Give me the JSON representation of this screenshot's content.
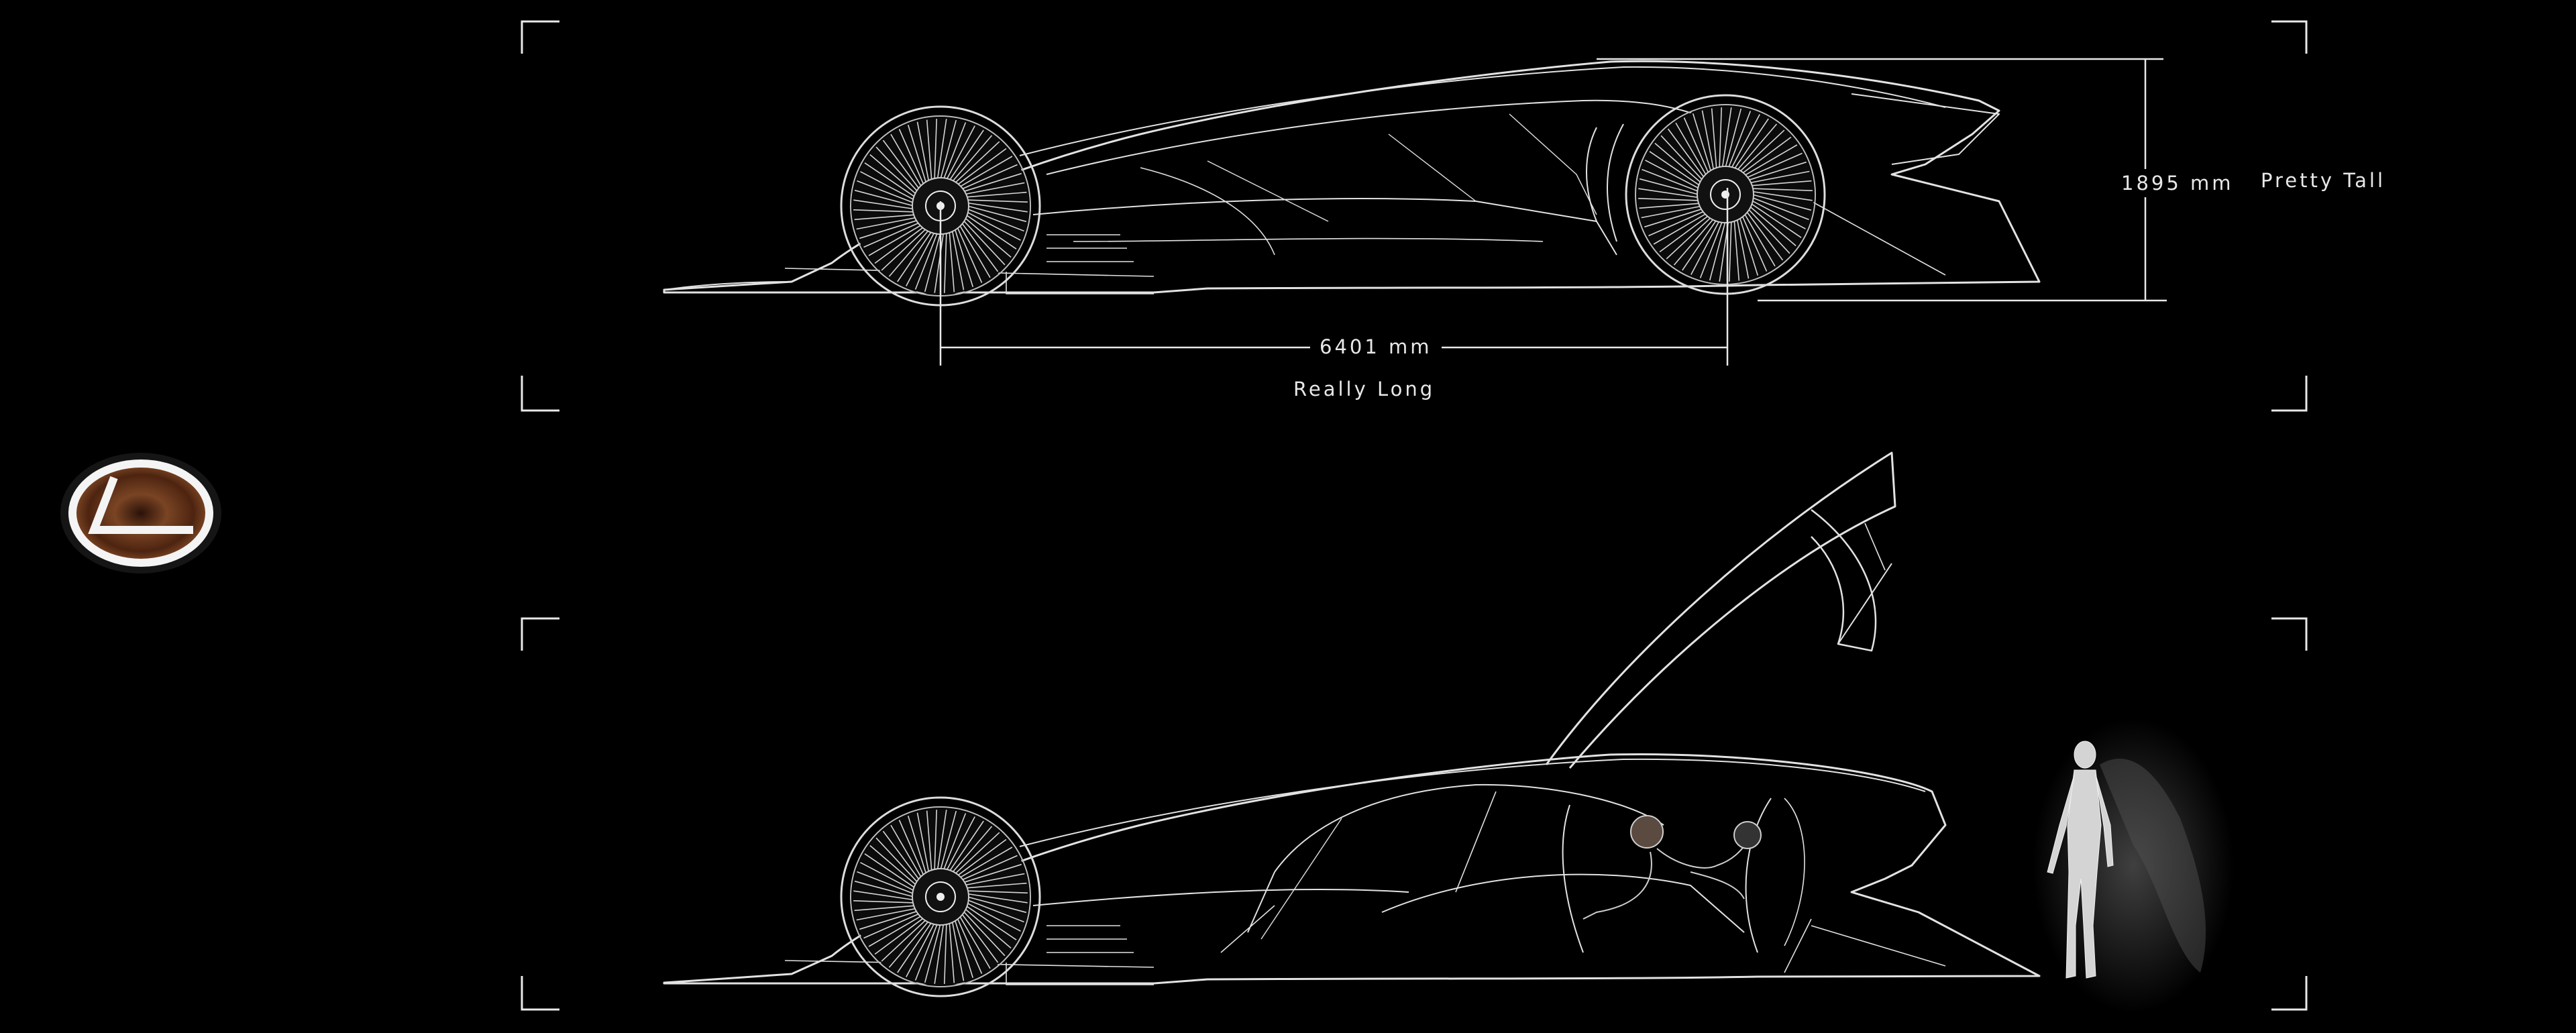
{
  "dimensions": {
    "length": {
      "value": "6401 mm",
      "caption": "Really Long"
    },
    "height": {
      "value": "1895 mm",
      "caption": "Pretty Tall"
    }
  },
  "views": [
    {
      "id": "closed",
      "door": "closed",
      "occupant": false
    },
    {
      "id": "open",
      "door": "open",
      "occupant": true,
      "human_figure": true
    }
  ],
  "icons": {
    "brand": "lexus-emblem-icon"
  },
  "colors": {
    "background": "#000000",
    "line": "#e8e8e8",
    "logo_wood": "#6b3a1e"
  }
}
